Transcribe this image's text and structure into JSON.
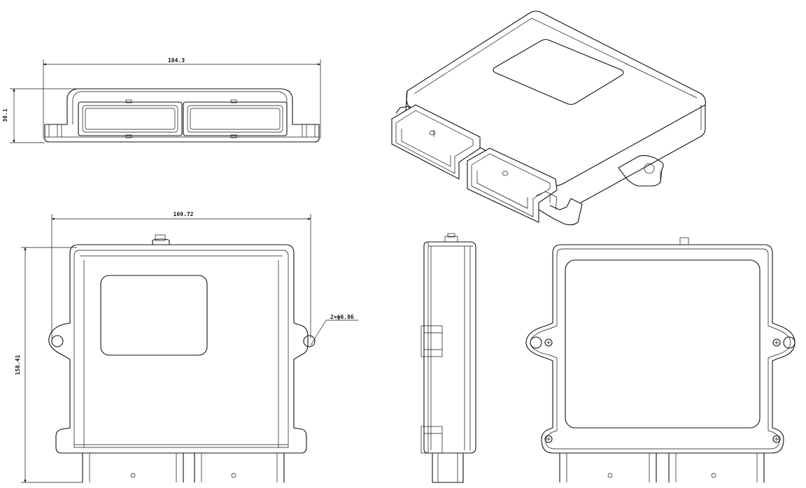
{
  "dimensions": {
    "length": "184.3",
    "height": "38.1",
    "hole_spacing": "169.72",
    "depth": "158.41",
    "hole_callout": "2×ϕ6.86"
  },
  "colors": {
    "line": "#111111",
    "background": "#ffffff"
  }
}
